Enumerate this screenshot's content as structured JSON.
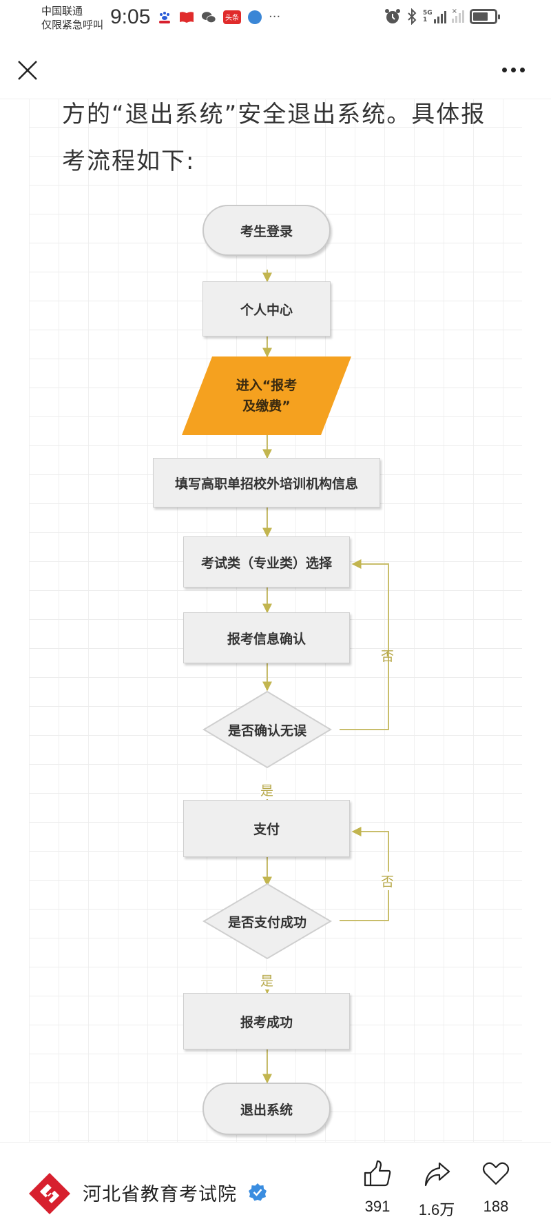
{
  "status_bar": {
    "carrier_line1": "中国联通",
    "carrier_line2": "仅限紧急呼叫",
    "time": "9:05",
    "app_icons": [
      "baidu-icon",
      "book-icon",
      "wechat-icon",
      "toutiao-icon",
      "browser-icon"
    ],
    "toutiao_label": "头条",
    "more_notifications": "···",
    "network": "5G",
    "sim_slot": "1",
    "battery_level": 70
  },
  "nav": {
    "close_label": "关闭",
    "more_label": "更多"
  },
  "article": {
    "text_line1": "方的“退出系统”安全退出系统。具体报",
    "text_line2": "考流程如下:"
  },
  "flowchart": {
    "accent_color": "#f5a11f",
    "arrow_color": "#c2b54f",
    "nodes": {
      "login": "考生登录",
      "personal_center": "个人中心",
      "enter_line1": "进入“报考",
      "enter_line2": "及缴费”",
      "fill_info": "填写高职单招校外培训机构信息",
      "select_category": "考试类（专业类）选择",
      "confirm_info": "报考信息确认",
      "decision_confirm": "是否确认无误",
      "pay": "支付",
      "decision_pay": "是否支付成功",
      "success": "报考成功",
      "logout": "退出系统"
    },
    "edge_labels": {
      "confirm_no": "否",
      "confirm_yes": "是",
      "pay_no": "否",
      "pay_yes": "是"
    }
  },
  "footer": {
    "account_name": "河北省教育考试院",
    "verified": true,
    "brand_color": "#d7202e",
    "like_count": "391",
    "share_count": "1.6万",
    "favorite_count": "188"
  }
}
